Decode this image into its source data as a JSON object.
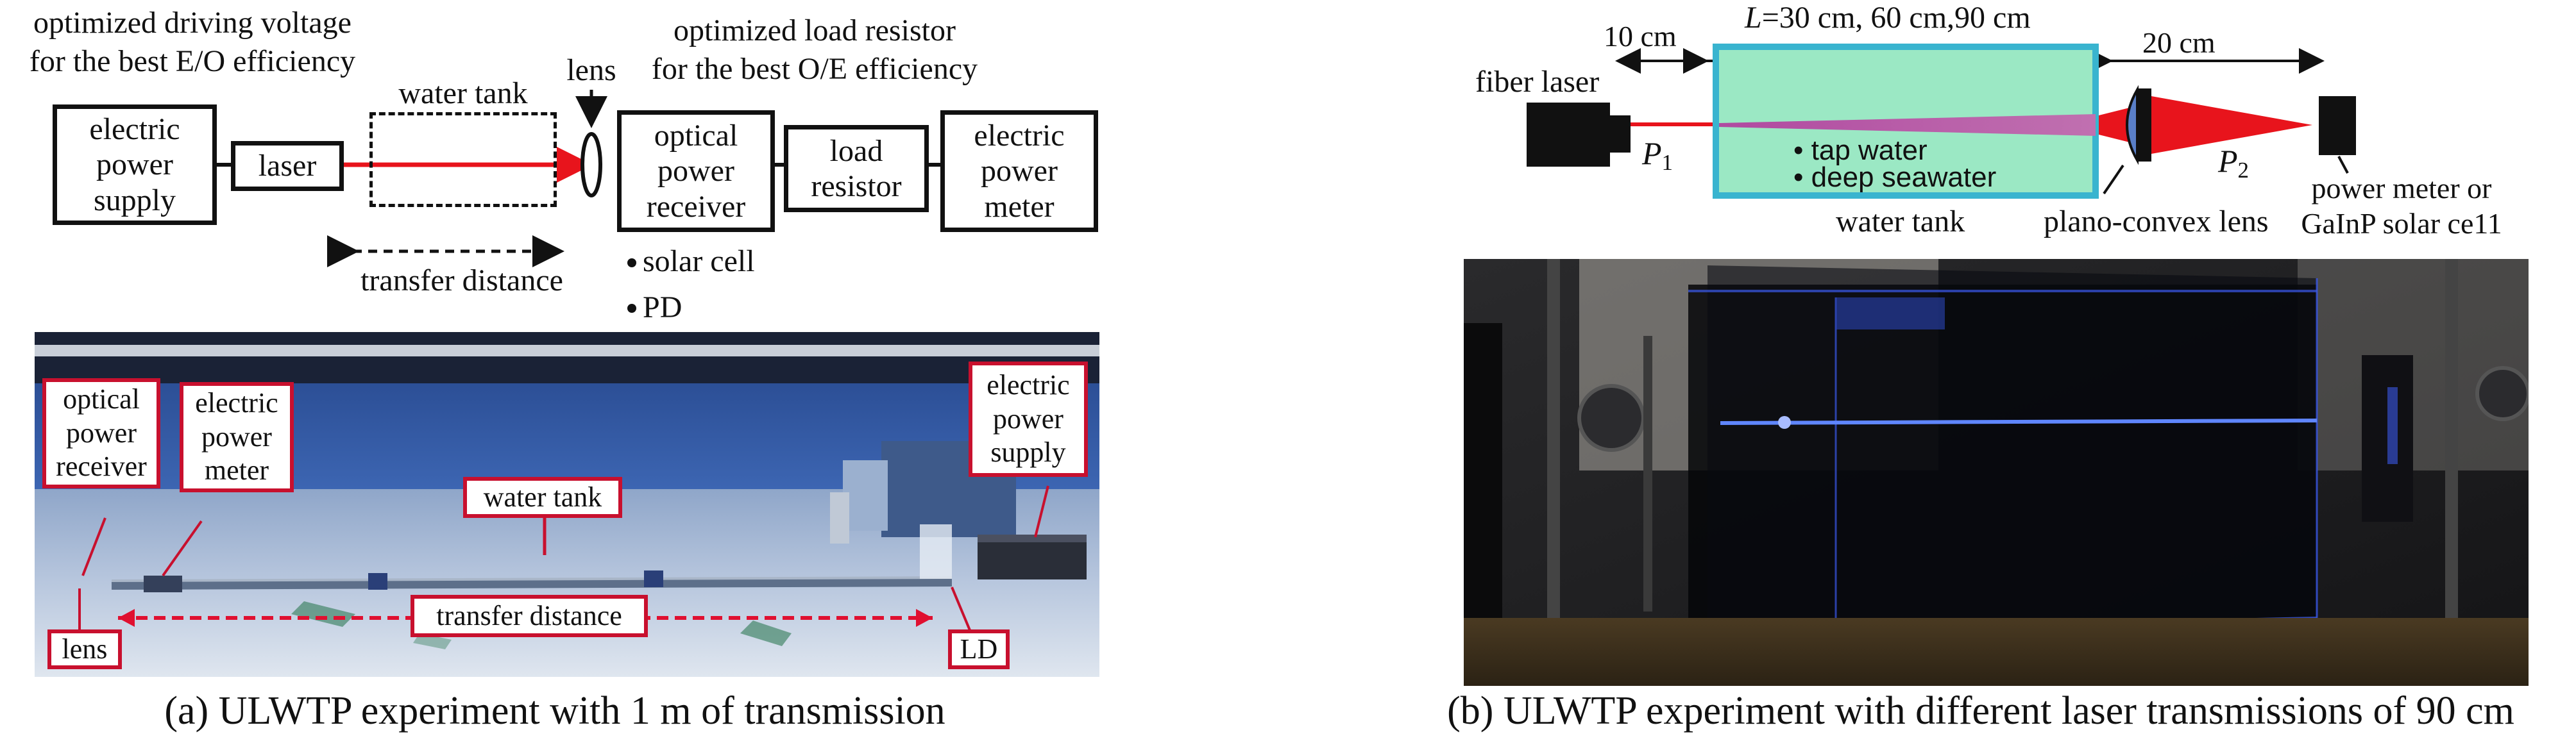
{
  "left_panel": {
    "top_left_note": "optimized driving voltage\nfor the best E/O efficiency",
    "top_right_note": "optimized load resistor\nfor the best O/E efficiency",
    "boxes": {
      "power_supply": "electric\npower\nsupply",
      "laser": "laser",
      "optical_receiver": "optical\npower\nreceiver",
      "load_resistor": "load\nresistor",
      "power_meter": "electric\npower\nmeter"
    },
    "water_tank_label": "water tank",
    "lens_label": "lens",
    "transfer_distance_label": "transfer distance",
    "receiver_types": [
      "solar cell",
      "PD"
    ],
    "photo_callouts": {
      "optical_receiver": "optical\npower\nreceiver",
      "electric_meter": "electric\npower\nmeter",
      "water_tank": "water tank",
      "transfer_distance": "transfer distance",
      "power_supply": "electric\npower\nsupply",
      "lens": "lens",
      "ld": "LD"
    },
    "caption": "(a) ULWTP experiment with 1 m of transmission"
  },
  "right_panel": {
    "dim_left": "10 cm",
    "dim_L_italic": "L",
    "dim_L_rest": "=30 cm, 60 cm,90 cm",
    "dim_right": "20 cm",
    "fiber_laser_label": "fiber laser",
    "p1_main": "P",
    "p1_sub": "1",
    "p2_main": "P",
    "p2_sub": "2",
    "water_types": [
      "tap water",
      "deep seawater"
    ],
    "water_tank_label": "water tank",
    "lens_label": "plano-convex lens",
    "detector_label": "power meter or\nGaInP solar ce11",
    "caption": "(b) ULWTP experiment with different laser transmissions of 90 cm"
  },
  "colors": {
    "beam_red": "#e8141c",
    "callout_red": "#c8102e",
    "tank_fill": "#9be8c4",
    "tank_border": "#39b4cf",
    "beam_blue": "#3d6bff"
  }
}
